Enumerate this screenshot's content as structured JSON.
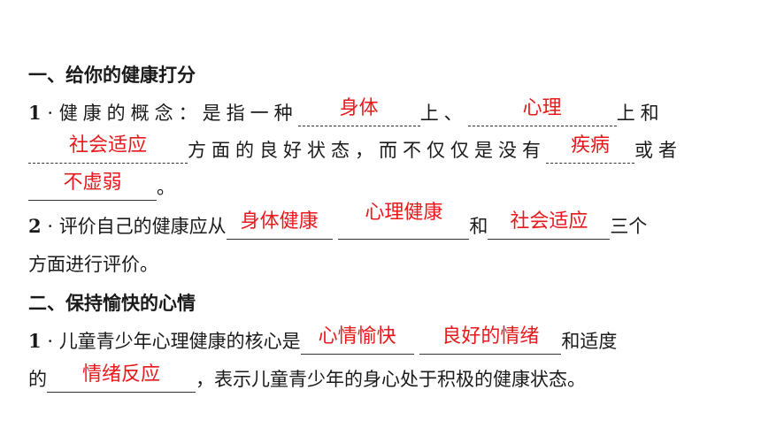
{
  "section1": {
    "title": "一、给你的健康打分",
    "q1": {
      "num": "1",
      "sep": "·",
      "text_a": "健康的概念：是指一种",
      "ans_a": "身体",
      "text_b": "上、",
      "ans_b": "心理",
      "text_c": "上和",
      "ans_c": "社会适应",
      "text_d": "方面的良好状态，而不仅仅是没有",
      "ans_d": "疾病",
      "text_e": "或者",
      "ans_e": "不虚弱",
      "text_f": "。"
    },
    "q2": {
      "num": "2",
      "sep": "·",
      "text_a": "评价自己的健康应从",
      "ans_a": "身体健康",
      "ans_b": "心理健康",
      "text_b": "和",
      "ans_c": "社会适应",
      "text_c": "三个",
      "text_d": "方面进行评价。"
    }
  },
  "section2": {
    "title": "二、保持愉快的心情",
    "q1": {
      "num": "1",
      "sep": "·",
      "text_a": "儿童青少年心理健康的核心是",
      "ans_a": "心情愉快",
      "ans_b": "良好的情绪",
      "text_b": "和适度",
      "text_c": "的",
      "ans_c": "情绪反应",
      "text_d": "，表示儿童青少年的身心处于积极的健康状态。"
    }
  }
}
